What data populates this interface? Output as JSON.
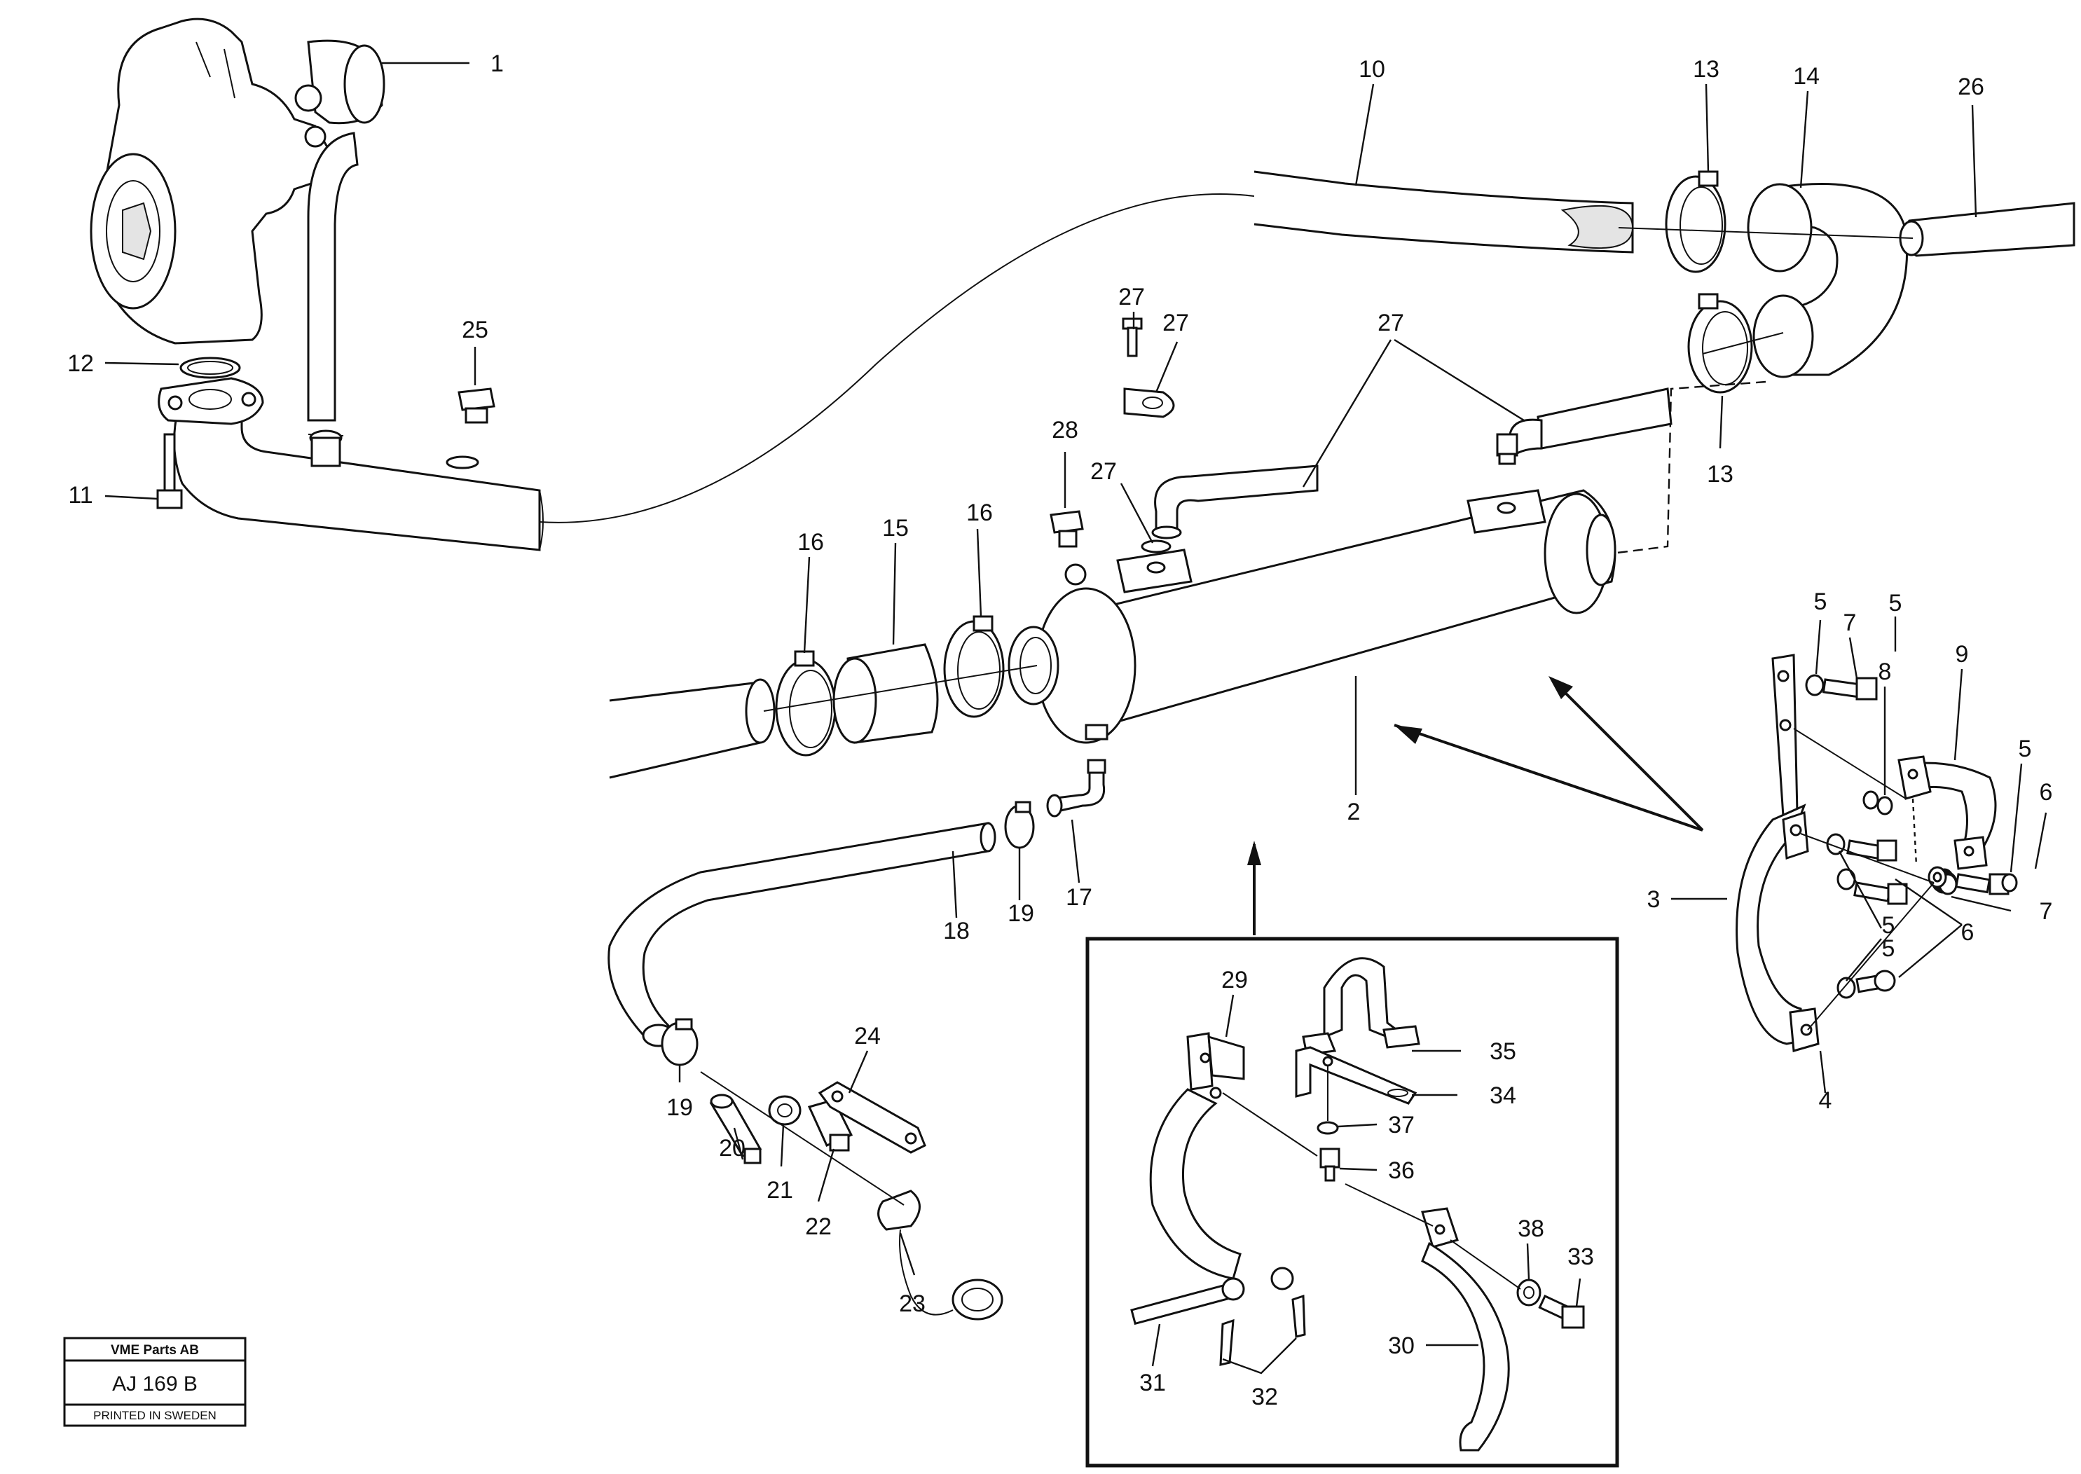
{
  "title_block": {
    "company": "VME Parts AB",
    "drawing_number": "AJ 169 B",
    "printed_in": "PRINTED IN SWEDEN"
  },
  "part_labels": [
    {
      "id": "lbl-1",
      "text": "1"
    },
    {
      "id": "lbl-2",
      "text": "2"
    },
    {
      "id": "lbl-3",
      "text": "3"
    },
    {
      "id": "lbl-4",
      "text": "4"
    },
    {
      "id": "lbl-5a",
      "text": "5"
    },
    {
      "id": "lbl-5b",
      "text": "5"
    },
    {
      "id": "lbl-5c",
      "text": "5"
    },
    {
      "id": "lbl-5d",
      "text": "5"
    },
    {
      "id": "lbl-5e",
      "text": "5"
    },
    {
      "id": "lbl-6a",
      "text": "6"
    },
    {
      "id": "lbl-6b",
      "text": "6"
    },
    {
      "id": "lbl-7a",
      "text": "7"
    },
    {
      "id": "lbl-7b",
      "text": "7"
    },
    {
      "id": "lbl-8",
      "text": "8"
    },
    {
      "id": "lbl-9",
      "text": "9"
    },
    {
      "id": "lbl-10",
      "text": "10"
    },
    {
      "id": "lbl-11",
      "text": "11"
    },
    {
      "id": "lbl-12",
      "text": "12"
    },
    {
      "id": "lbl-13a",
      "text": "13"
    },
    {
      "id": "lbl-13b",
      "text": "13"
    },
    {
      "id": "lbl-14",
      "text": "14"
    },
    {
      "id": "lbl-15",
      "text": "15"
    },
    {
      "id": "lbl-16a",
      "text": "16"
    },
    {
      "id": "lbl-16b",
      "text": "16"
    },
    {
      "id": "lbl-17",
      "text": "17"
    },
    {
      "id": "lbl-18",
      "text": "18"
    },
    {
      "id": "lbl-19a",
      "text": "19"
    },
    {
      "id": "lbl-19b",
      "text": "19"
    },
    {
      "id": "lbl-20",
      "text": "20"
    },
    {
      "id": "lbl-21",
      "text": "21"
    },
    {
      "id": "lbl-22",
      "text": "22"
    },
    {
      "id": "lbl-23",
      "text": "23"
    },
    {
      "id": "lbl-24",
      "text": "24"
    },
    {
      "id": "lbl-25",
      "text": "25"
    },
    {
      "id": "lbl-26",
      "text": "26"
    },
    {
      "id": "lbl-27a",
      "text": "27"
    },
    {
      "id": "lbl-27b",
      "text": "27"
    },
    {
      "id": "lbl-27c",
      "text": "27"
    },
    {
      "id": "lbl-27d",
      "text": "27"
    },
    {
      "id": "lbl-28",
      "text": "28"
    },
    {
      "id": "lbl-29",
      "text": "29"
    },
    {
      "id": "lbl-30",
      "text": "30"
    },
    {
      "id": "lbl-31",
      "text": "31"
    },
    {
      "id": "lbl-32",
      "text": "32"
    },
    {
      "id": "lbl-33",
      "text": "33"
    },
    {
      "id": "lbl-34",
      "text": "34"
    },
    {
      "id": "lbl-35",
      "text": "35"
    },
    {
      "id": "lbl-36",
      "text": "36"
    },
    {
      "id": "lbl-37",
      "text": "37"
    },
    {
      "id": "lbl-38",
      "text": "38"
    }
  ]
}
